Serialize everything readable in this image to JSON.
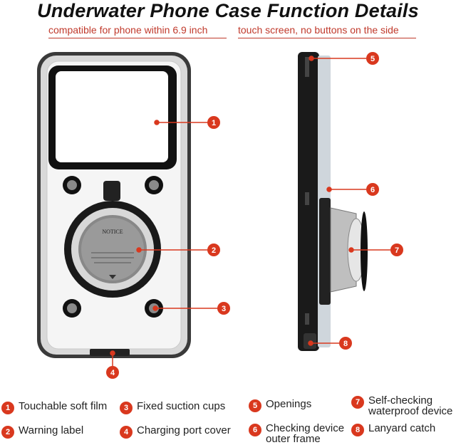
{
  "title": "Underwater Phone Case Function Details",
  "subtitles": {
    "left": "compatible for phone within 6.9 inch",
    "right": "touch screen, no buttons on the side"
  },
  "notice_label": "NOTICE",
  "callouts": [
    "1",
    "2",
    "3",
    "4",
    "5",
    "6",
    "7",
    "8"
  ],
  "legend": [
    {
      "num": "1",
      "label": "Touchable soft film"
    },
    {
      "num": "2",
      "label": "Warning label"
    },
    {
      "num": "3",
      "label": "Fixed suction cups"
    },
    {
      "num": "4",
      "label": "Charging port cover"
    },
    {
      "num": "5",
      "label": "Openings"
    },
    {
      "num": "6",
      "label": "Checking device outer frame"
    },
    {
      "num": "7",
      "label": "Self-checking waterproof device"
    },
    {
      "num": "8",
      "label": "Lanyard catch"
    }
  ],
  "colors": {
    "accent": "#d9381e",
    "subtitle": "#c0392b"
  }
}
